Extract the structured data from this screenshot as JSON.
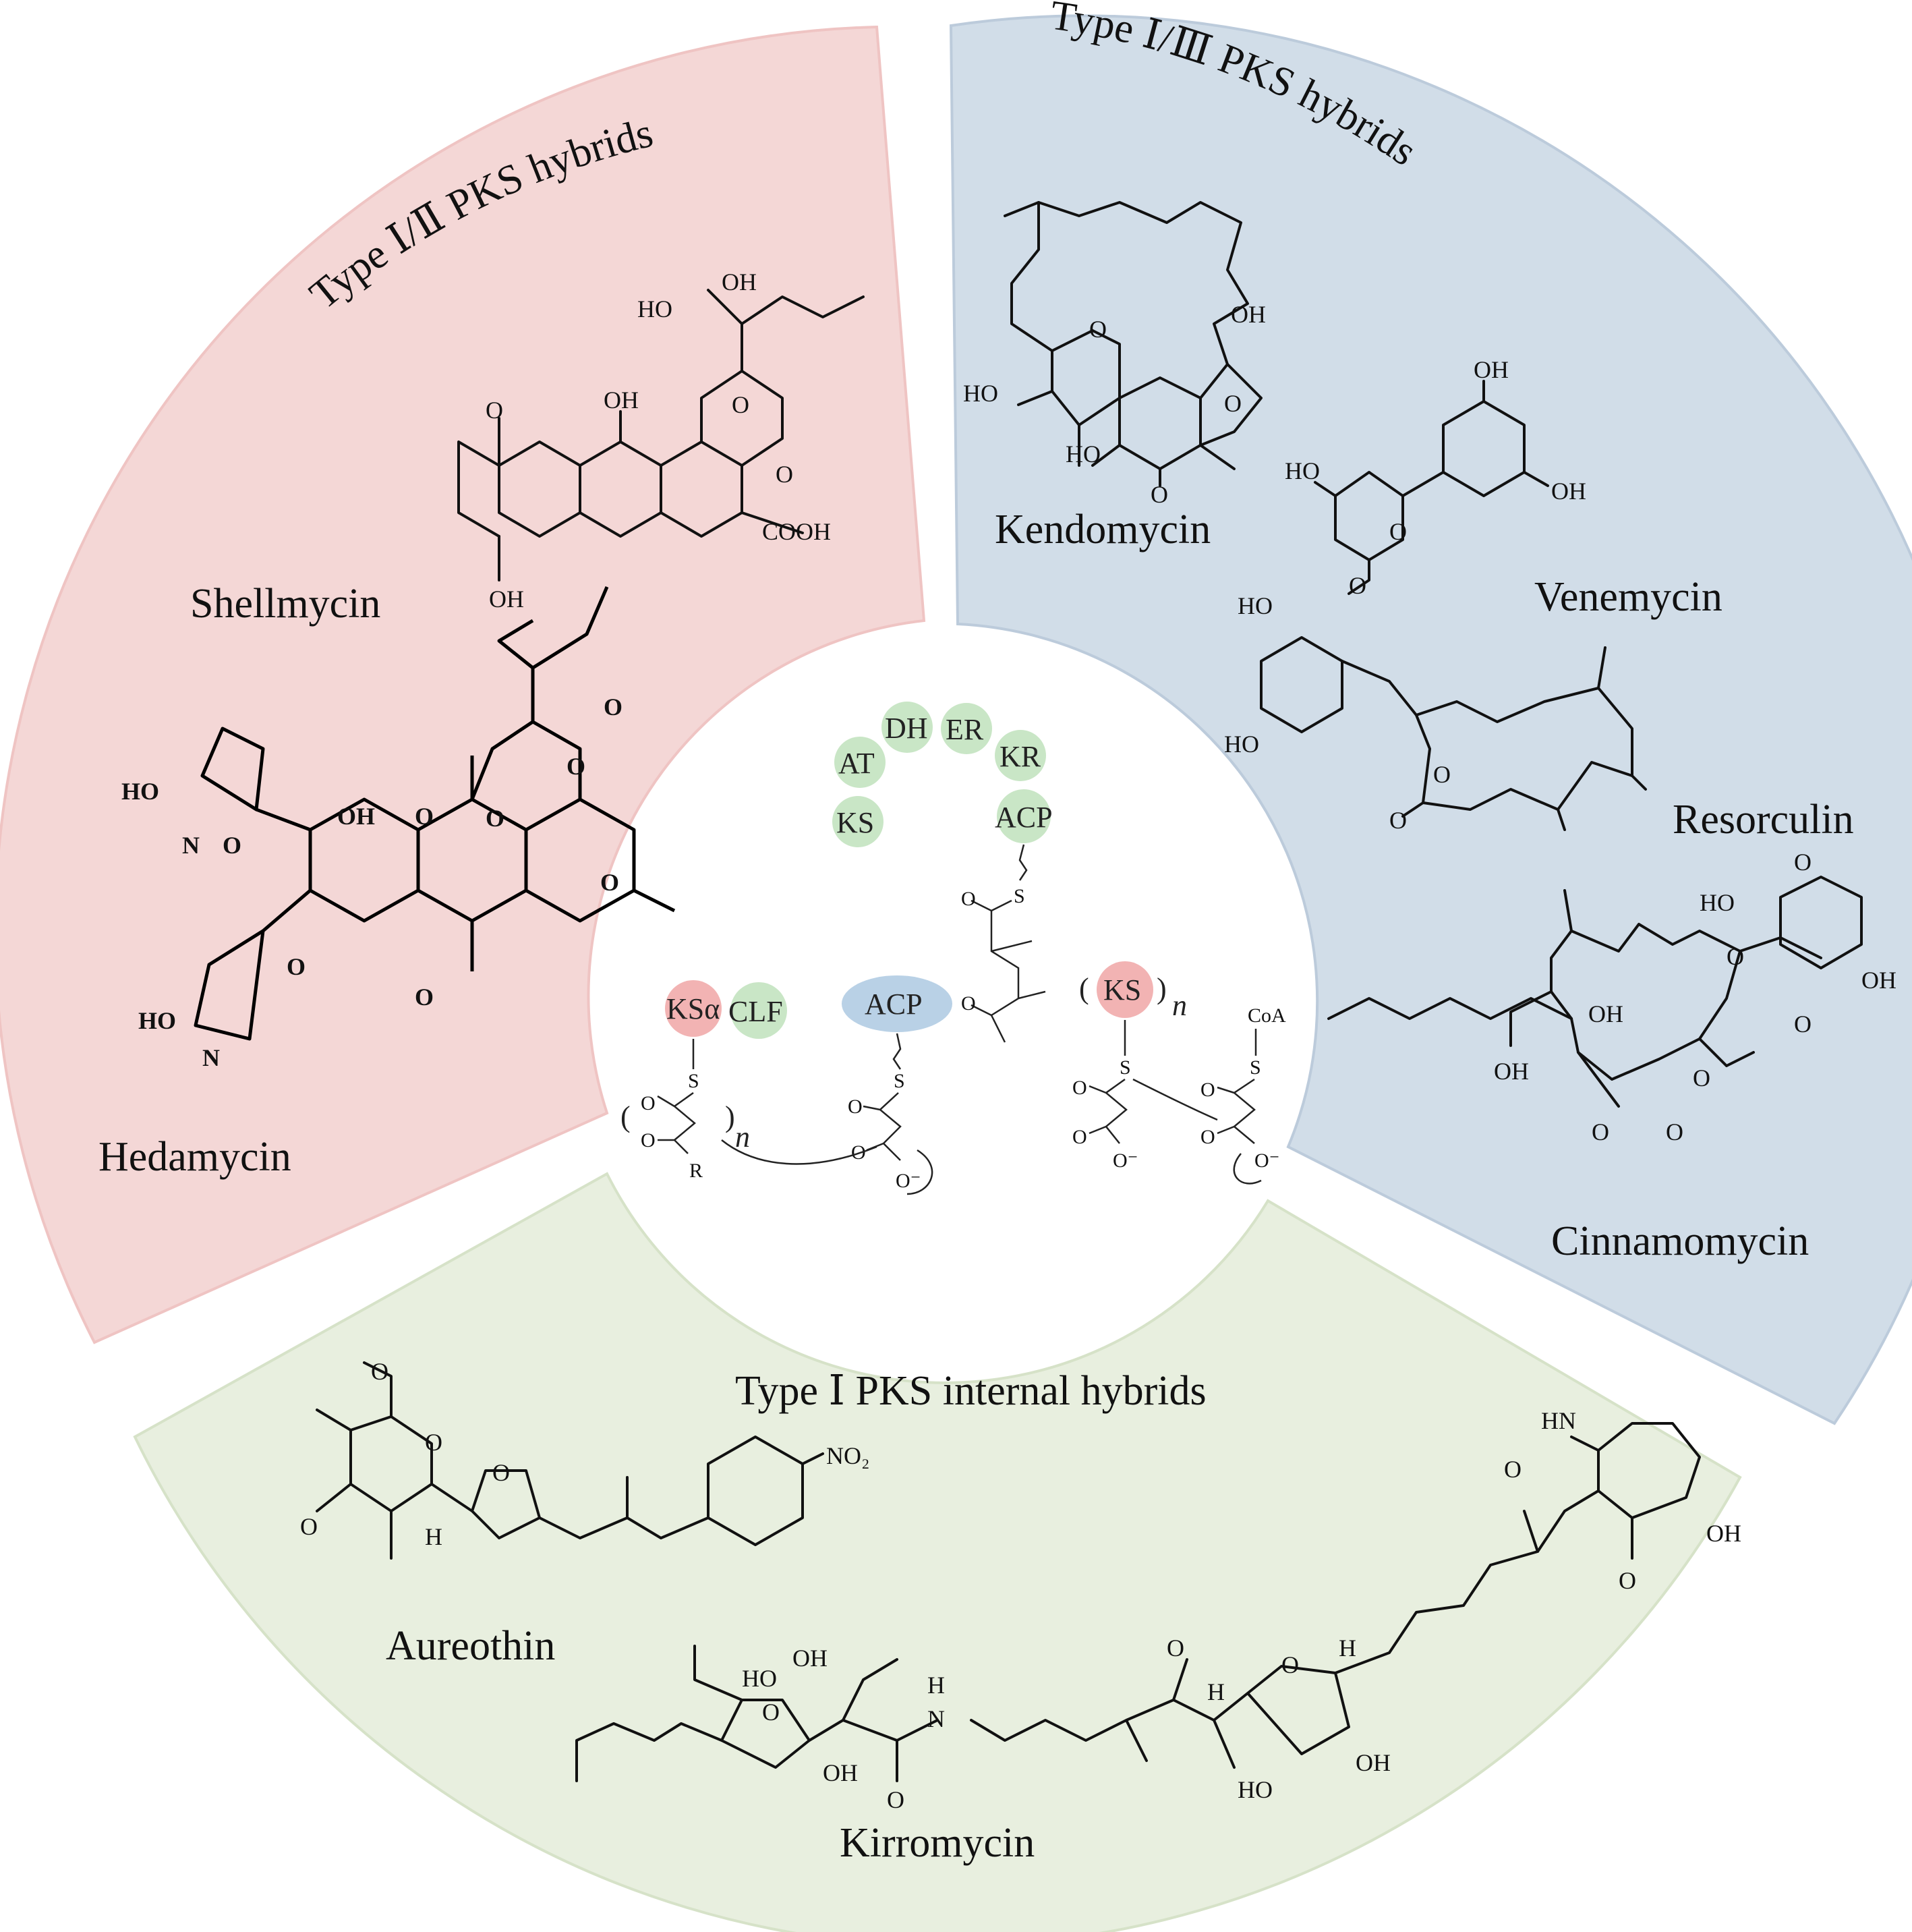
{
  "sectors": {
    "type_1_2": {
      "title": "Type Ⅰ/Ⅱ PKS hybrids",
      "color": "#f4d7d6",
      "compounds": [
        "Shellmycin",
        "Hedamycin"
      ]
    },
    "type_1_3": {
      "title": "Type Ⅰ/Ⅲ PKS hybrids",
      "color": "#d1dde8",
      "compounds": [
        "Kendomycin",
        "Venemycin",
        "Resorculin",
        "Cinnamomycin"
      ]
    },
    "type_1_internal": {
      "title": "Type Ⅰ PKS internal hybrids",
      "color": "#e8efdf",
      "compounds": [
        "Aureothin",
        "Kirromycin"
      ]
    }
  },
  "center": {
    "type1_domains": [
      "KS",
      "AT",
      "DH",
      "ER",
      "KR",
      "ACP"
    ],
    "type2_domains": [
      "KSα",
      "CLF",
      "ACP"
    ],
    "type3_domains": [
      "KS"
    ],
    "repeat_label": "n",
    "coa_label": "CoA",
    "sulfur_label": "S",
    "r_label": "R",
    "domain_colors": {
      "green": "#c9e6c6",
      "red": "#f2b3b3",
      "blue": "#b9d1e6"
    }
  },
  "atom_labels": {
    "OH": "OH",
    "HO": "HO",
    "O": "O",
    "N": "N",
    "H": "H",
    "NH": "NH",
    "HN": "HN",
    "COOH": "COOH",
    "NO2": "NO₂",
    "O_minus": "O⁻"
  }
}
